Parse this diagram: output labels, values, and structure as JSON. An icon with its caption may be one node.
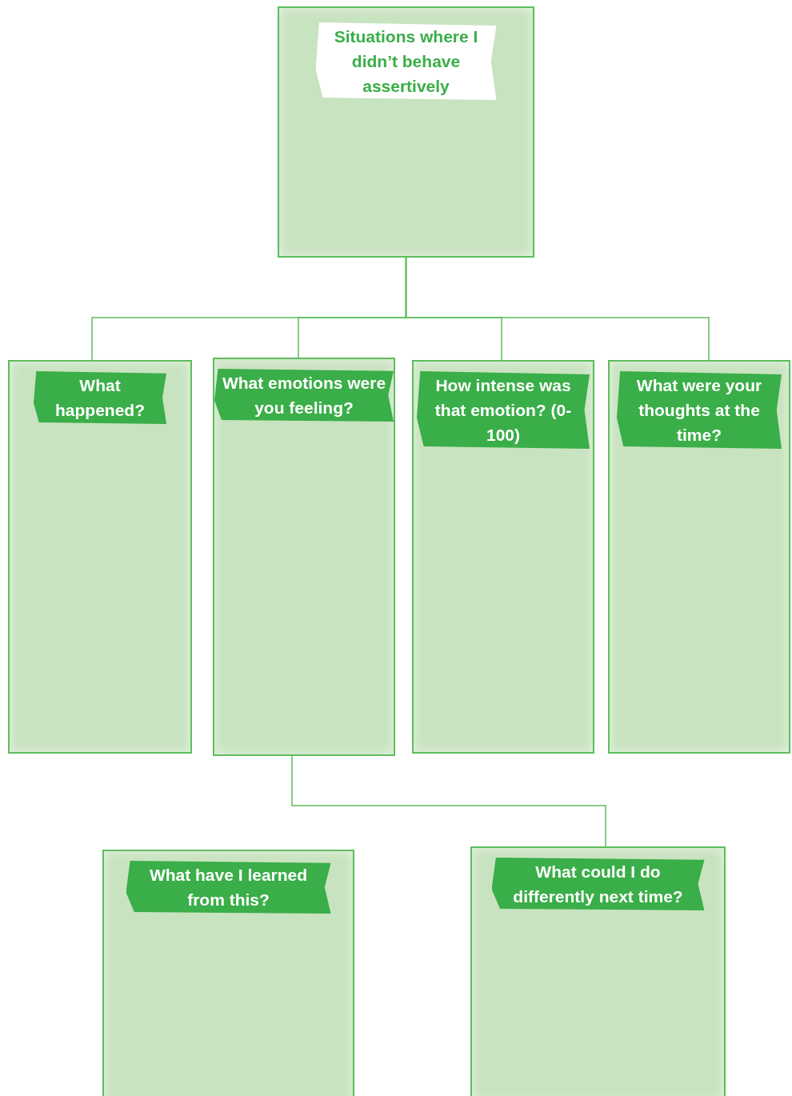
{
  "diagram": {
    "nodes": [
      {
        "text": [
          "Situations where I didn’t behave assertively"
        ]
      },
      {
        "text": [
          "What happened?"
        ]
      },
      {
        "text": [
          "What emotions were you feeling?"
        ]
      },
      {
        "text": [
          "How intense was that emotion? (0-100)"
        ]
      },
      {
        "text": [
          "What were your thoughts at the time?"
        ]
      },
      {
        "text": [
          "What have I learned from this?"
        ]
      },
      {
        "text": [
          "What could I do differently next time?"
        ]
      }
    ],
    "edges": [
      {
        "from": 0,
        "to": 1,
        "arrow": "none"
      },
      {
        "from": 0,
        "to": 2,
        "arrow": "none"
      },
      {
        "from": 0,
        "to": 3,
        "arrow": "none"
      },
      {
        "from": 0,
        "to": 4,
        "arrow": "none"
      },
      {
        "from": 2,
        "to": 6,
        "arrow": "none"
      }
    ]
  }
}
